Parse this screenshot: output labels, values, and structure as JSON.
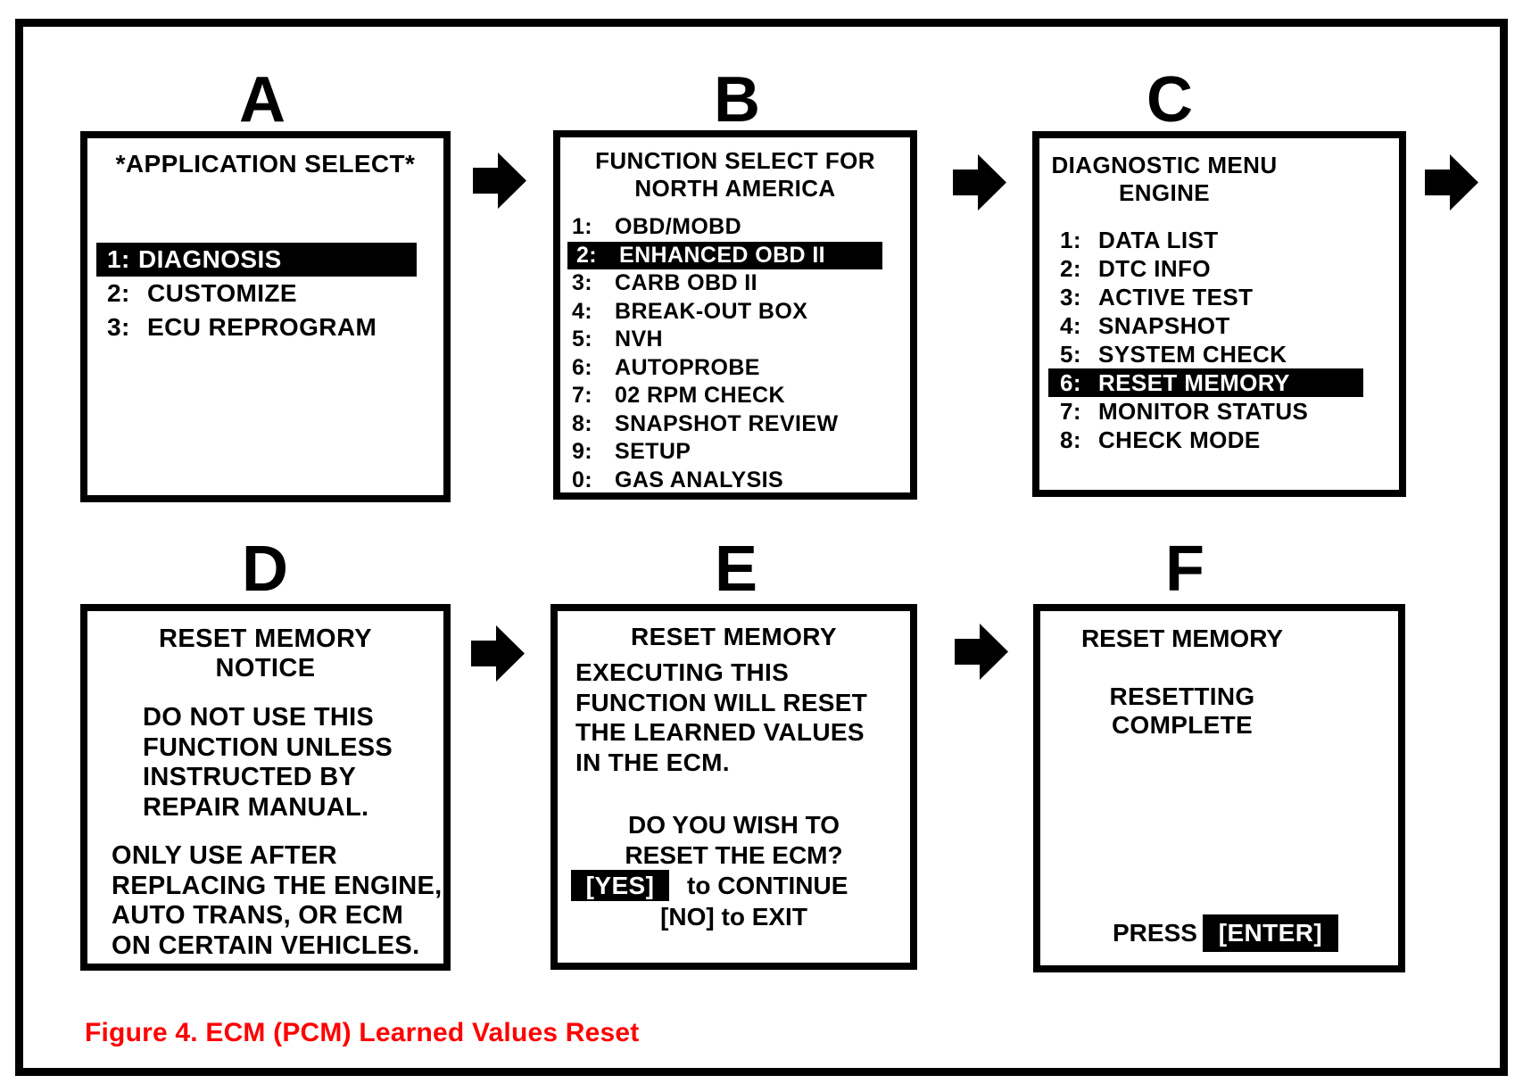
{
  "figure": {
    "caption": "Figure 4. ECM (PCM) Learned Values Reset"
  },
  "colors": {
    "ink": "#000000",
    "paper": "#ffffff",
    "caption_red": "#ff0000",
    "highlight_bg": "#000000",
    "highlight_text": "#ffffff"
  },
  "icons": {
    "flow_arrow": "right-block-arrow"
  },
  "panels": {
    "a": {
      "label": "A",
      "title": "*APPLICATION SELECT*",
      "menu": [
        {
          "num": "1:",
          "label": "DIAGNOSIS",
          "selected": true
        },
        {
          "num": "2:",
          "label": "CUSTOMIZE",
          "selected": false
        },
        {
          "num": "3:",
          "label": "ECU REPROGRAM",
          "selected": false
        }
      ]
    },
    "b": {
      "label": "B",
      "title1": "FUNCTION SELECT FOR",
      "title2": "NORTH AMERICA",
      "menu": [
        {
          "num": "1:",
          "label": "OBD/MOBD",
          "selected": false
        },
        {
          "num": "2:",
          "label": "ENHANCED OBD II",
          "selected": true
        },
        {
          "num": "3:",
          "label": "CARB OBD II",
          "selected": false
        },
        {
          "num": "4:",
          "label": "BREAK-OUT BOX",
          "selected": false
        },
        {
          "num": "5:",
          "label": "NVH",
          "selected": false
        },
        {
          "num": "6:",
          "label": "AUTOPROBE",
          "selected": false
        },
        {
          "num": "7:",
          "label": "02 RPM CHECK",
          "selected": false
        },
        {
          "num": "8:",
          "label": "SNAPSHOT REVIEW",
          "selected": false
        },
        {
          "num": "9:",
          "label": "SETUP",
          "selected": false
        },
        {
          "num": "0:",
          "label": "GAS ANALYSIS",
          "selected": false
        }
      ]
    },
    "c": {
      "label": "C",
      "title1": "DIAGNOSTIC MENU",
      "title2": "ENGINE",
      "menu": [
        {
          "num": "1:",
          "label": "DATA LIST",
          "selected": false
        },
        {
          "num": "2:",
          "label": "DTC INFO",
          "selected": false
        },
        {
          "num": "3:",
          "label": "ACTIVE TEST",
          "selected": false
        },
        {
          "num": "4:",
          "label": "SNAPSHOT",
          "selected": false
        },
        {
          "num": "5:",
          "label": "SYSTEM CHECK",
          "selected": false
        },
        {
          "num": "6:",
          "label": "RESET MEMORY",
          "selected": true
        },
        {
          "num": "7:",
          "label": "MONITOR STATUS",
          "selected": false
        },
        {
          "num": "8:",
          "label": "CHECK MODE",
          "selected": false
        }
      ]
    },
    "d": {
      "label": "D",
      "title1": "RESET MEMORY",
      "title2": "NOTICE",
      "para1": [
        "DO NOT USE THIS",
        "FUNCTION UNLESS",
        "INSTRUCTED BY",
        "REPAIR MANUAL."
      ],
      "para2": [
        "ONLY USE AFTER",
        "REPLACING THE ENGINE,",
        "AUTO TRANS, OR ECM",
        "ON CERTAIN VEHICLES."
      ]
    },
    "e": {
      "label": "E",
      "title": "RESET MEMORY",
      "body": [
        "EXECUTING THIS",
        "FUNCTION WILL RESET",
        "THE LEARNED VALUES",
        "IN THE ECM."
      ],
      "prompt": [
        "DO YOU WISH TO",
        "RESET THE ECM?"
      ],
      "yes_key": "[YES]",
      "yes_action": "to CONTINUE",
      "no_line": "[NO] to EXIT"
    },
    "f": {
      "label": "F",
      "title": "RESET MEMORY",
      "status": "RESETTING COMPLETE",
      "press_label": "PRESS",
      "enter_key": "[ENTER]"
    }
  }
}
